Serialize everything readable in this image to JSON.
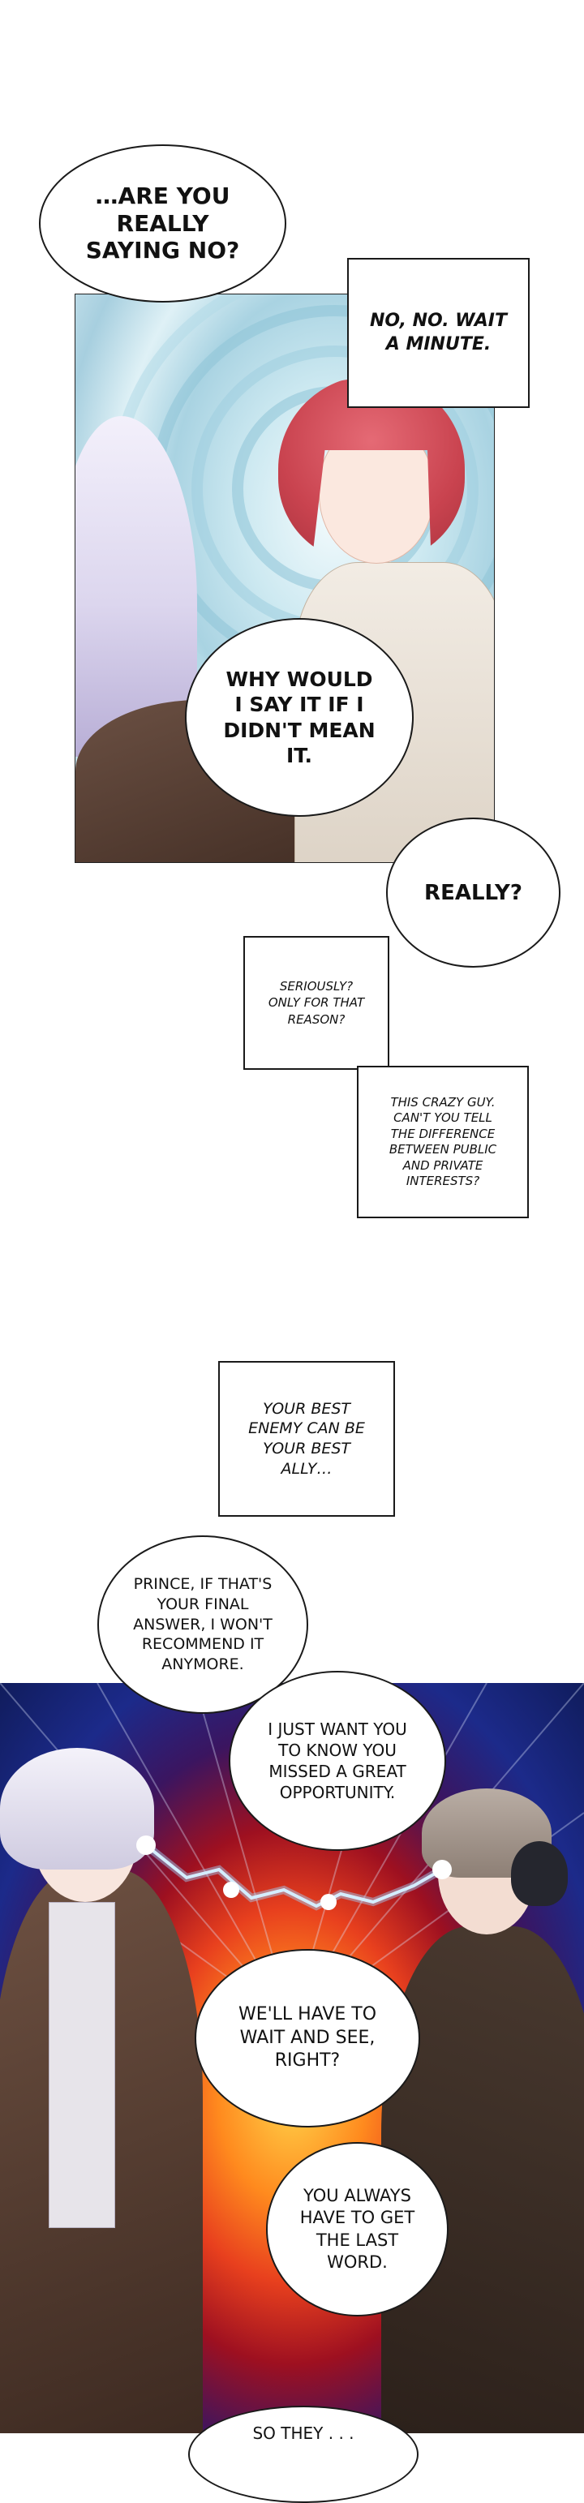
{
  "bubbles": {
    "b1": "…ARE YOU\nREALLY\nSAYING NO?",
    "b2": "WHY WOULD\nI SAY IT IF I\nDIDN'T MEAN\nIT.",
    "b3": "REALLY?",
    "b4": "PRINCE, IF THAT'S\nYOUR FINAL\nANSWER, I WON'T\nRECOMMEND IT\nANYMORE.",
    "b5": "I JUST WANT YOU\nTO KNOW YOU\nMISSED A GREAT\nOPPORTUNITY.",
    "b6": "WE'LL HAVE TO\nWAIT AND SEE,\nRIGHT?",
    "b7": "YOU ALWAYS\nHAVE TO GET\nTHE LAST\nWORD.",
    "b8": "SO THEY . . ."
  },
  "boxes": {
    "x1": "NO, NO. WAIT\nA MINUTE.",
    "x2": "SERIOUSLY?\nONLY FOR THAT\nREASON?",
    "x3": "THIS CRAZY GUY.\nCAN'T YOU TELL\nTHE DIFFERENCE\nBETWEEN PUBLIC\nAND PRIVATE\nINTERESTS?",
    "x4": "YOUR BEST\nENEMY CAN BE\nYOUR BEST\nALLY…"
  }
}
